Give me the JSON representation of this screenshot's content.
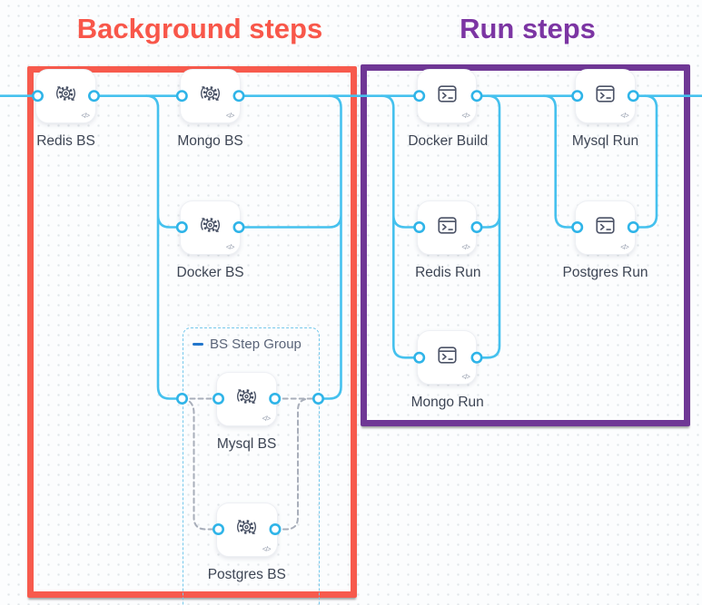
{
  "titles": {
    "background": {
      "text": "Background steps",
      "color": "#f8574a"
    },
    "run": {
      "text": "Run steps",
      "color": "#7c35a3"
    }
  },
  "annotation_boxes": {
    "background": {
      "border_color": "#f75a4d"
    },
    "run": {
      "border_color": "#6f3795"
    }
  },
  "step_group": {
    "label": "BS Step Group",
    "collapse_dash_color": "#2276cc",
    "border_color": "#74c8ec"
  },
  "nodes": [
    {
      "id": "redis-bs",
      "label": "Redis BS",
      "icon": "sync-gear-icon"
    },
    {
      "id": "mongo-bs",
      "label": "Mongo BS",
      "icon": "sync-gear-icon"
    },
    {
      "id": "docker-bs",
      "label": "Docker BS",
      "icon": "sync-gear-icon"
    },
    {
      "id": "mysql-bs",
      "label": "Mysql BS",
      "icon": "sync-gear-icon"
    },
    {
      "id": "postgres-bs",
      "label": "Postgres BS",
      "icon": "sync-gear-icon"
    },
    {
      "id": "docker-build",
      "label": "Docker Build",
      "icon": "terminal-icon"
    },
    {
      "id": "mysql-run",
      "label": "Mysql Run",
      "icon": "terminal-icon"
    },
    {
      "id": "redis-run",
      "label": "Redis Run",
      "icon": "terminal-icon"
    },
    {
      "id": "postgres-run",
      "label": "Postgres Run",
      "icon": "terminal-icon"
    },
    {
      "id": "mongo-run",
      "label": "Mongo Run",
      "icon": "terminal-icon"
    }
  ],
  "badge": "</>",
  "colors": {
    "connector": "#45c1ee",
    "dashed_connector": "#a8aeba",
    "port_ring": "#2fb4e8",
    "node_icon": "#4c5367",
    "node_label": "#3d4554"
  }
}
